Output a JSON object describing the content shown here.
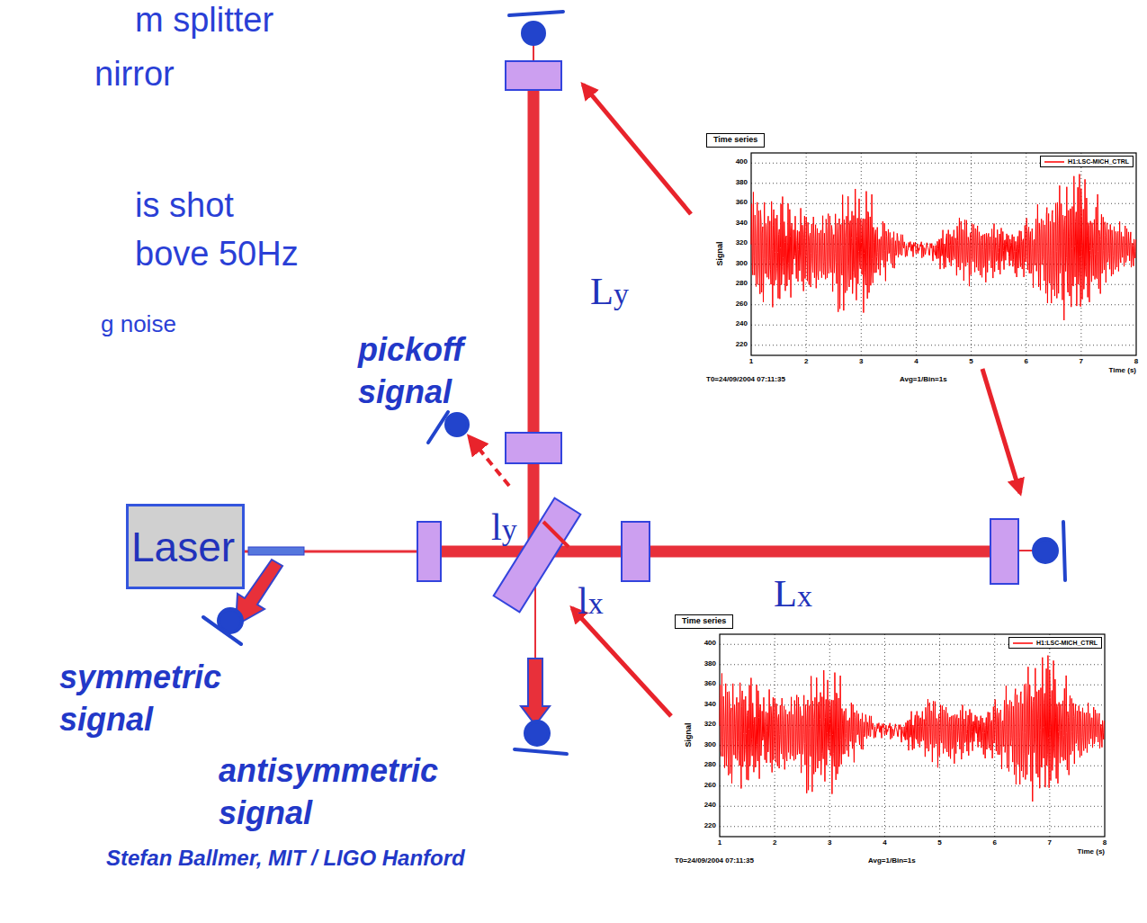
{
  "diagram": {
    "nodes": [
      {
        "text": [
          "Laser"
        ]
      },
      {
        "text": [
          "Time series",
          "400",
          "380",
          "360",
          "340",
          "320",
          "300",
          "280",
          "260",
          "240",
          "220",
          "1",
          "2",
          "3",
          "4",
          "5",
          "6",
          "7",
          "8",
          "Signal",
          "Time (s)",
          "T0=24/09/2004 07:11:35",
          "Avg=1/Bin=1s"
        ]
      },
      {
        "text": [
          "Time series",
          "400",
          "380",
          "360",
          "340",
          "320",
          "300",
          "280",
          "260",
          "240",
          "220",
          "1",
          "2",
          "3",
          "4",
          "5",
          "6",
          "7",
          "8",
          "Signal",
          "Time (s)",
          "T0=24/09/2004 07:11:35",
          "Avg=1/Bin=1s"
        ]
      }
    ],
    "labels": [
      "m splitter",
      "nirror",
      "is shot",
      "bove 50Hz",
      "g noise",
      "Ly",
      "ly",
      "lx",
      "Lx",
      "pickoff signal",
      "symmetric signal",
      "antisymmetric signal",
      "Stefan Ballmer, MIT / LIGO Hanford"
    ],
    "legend": [
      {
        "text": "H1:LSC-MICH_CTRL"
      },
      {
        "text": "H1:LSC-MICH_CTRL"
      }
    ]
  }
}
